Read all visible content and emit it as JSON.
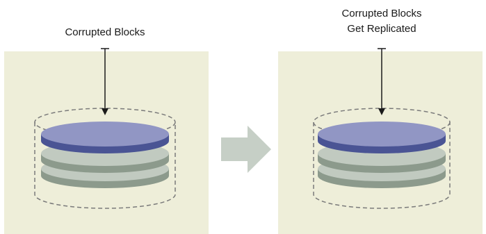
{
  "left": {
    "caption": "Corrupted Blocks"
  },
  "right": {
    "caption_line1": "Corrupted Blocks",
    "caption_line2": "Get Replicated"
  },
  "colors": {
    "panel_bg": "#eeeed9",
    "disk_top_fill": "#9196c4",
    "disk_top_rim": "#4a5494",
    "disk_lower_fill": "#c1cac0",
    "disk_lower_rim": "#8c9a8c",
    "dashed_outline": "#7a7a7a",
    "arrow_fill": "#c6cfc6"
  },
  "icons": {
    "transition": "right-arrow-icon",
    "pointer": "down-arrow-icon",
    "storage": "disk-stack-icon"
  }
}
